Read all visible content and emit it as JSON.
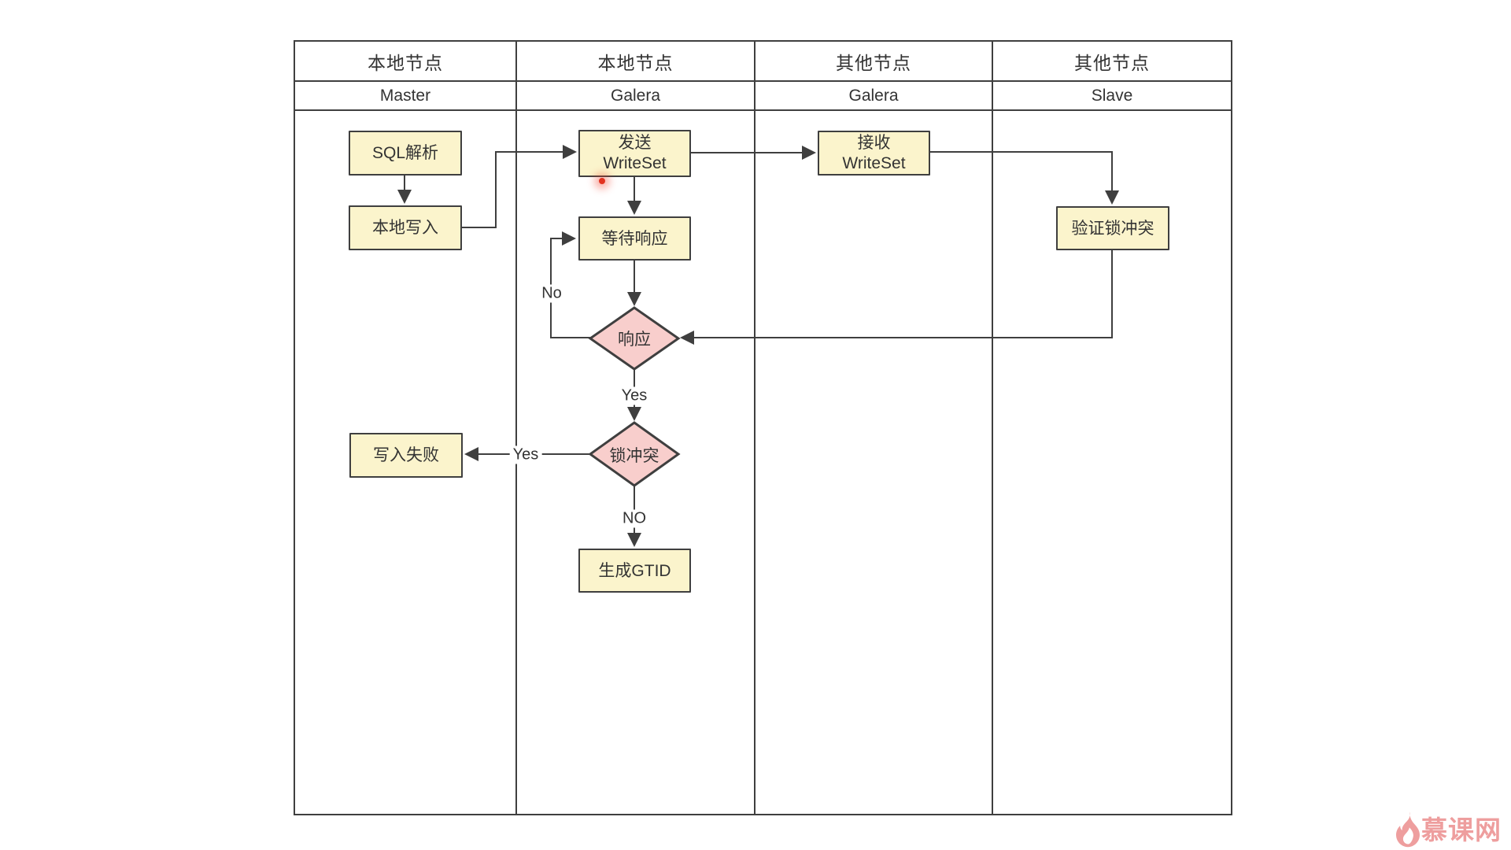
{
  "lanes": {
    "row1": [
      "本地节点",
      "本地节点",
      "其他节点",
      "其他节点"
    ],
    "row2": [
      "Master",
      "Galera",
      "Galera",
      "Slave"
    ]
  },
  "nodes": {
    "sql_parse": "SQL解析",
    "local_write": "本地写入",
    "send_writeset_l1": "发送",
    "send_writeset_l2": "WriteSet",
    "wait_response": "等待响应",
    "recv_writeset_l1": "接收",
    "recv_writeset_l2": "WriteSet",
    "verify_lock": "验证锁冲突",
    "write_fail": "写入失败",
    "gen_gtid": "生成GTID"
  },
  "decisions": {
    "response": "响应",
    "lock_conflict": "锁冲突"
  },
  "edge_labels": {
    "response_no": "No",
    "response_yes": "Yes",
    "lock_yes": "Yes",
    "lock_no": "NO"
  },
  "colors": {
    "node_fill": "#fbf4cc",
    "decision_fill": "#f8cecc",
    "stroke": "#3f3f3f",
    "watermark": "#ee9e9e",
    "cursor_red": "#e2321f"
  },
  "watermark": {
    "text": "慕课网"
  }
}
